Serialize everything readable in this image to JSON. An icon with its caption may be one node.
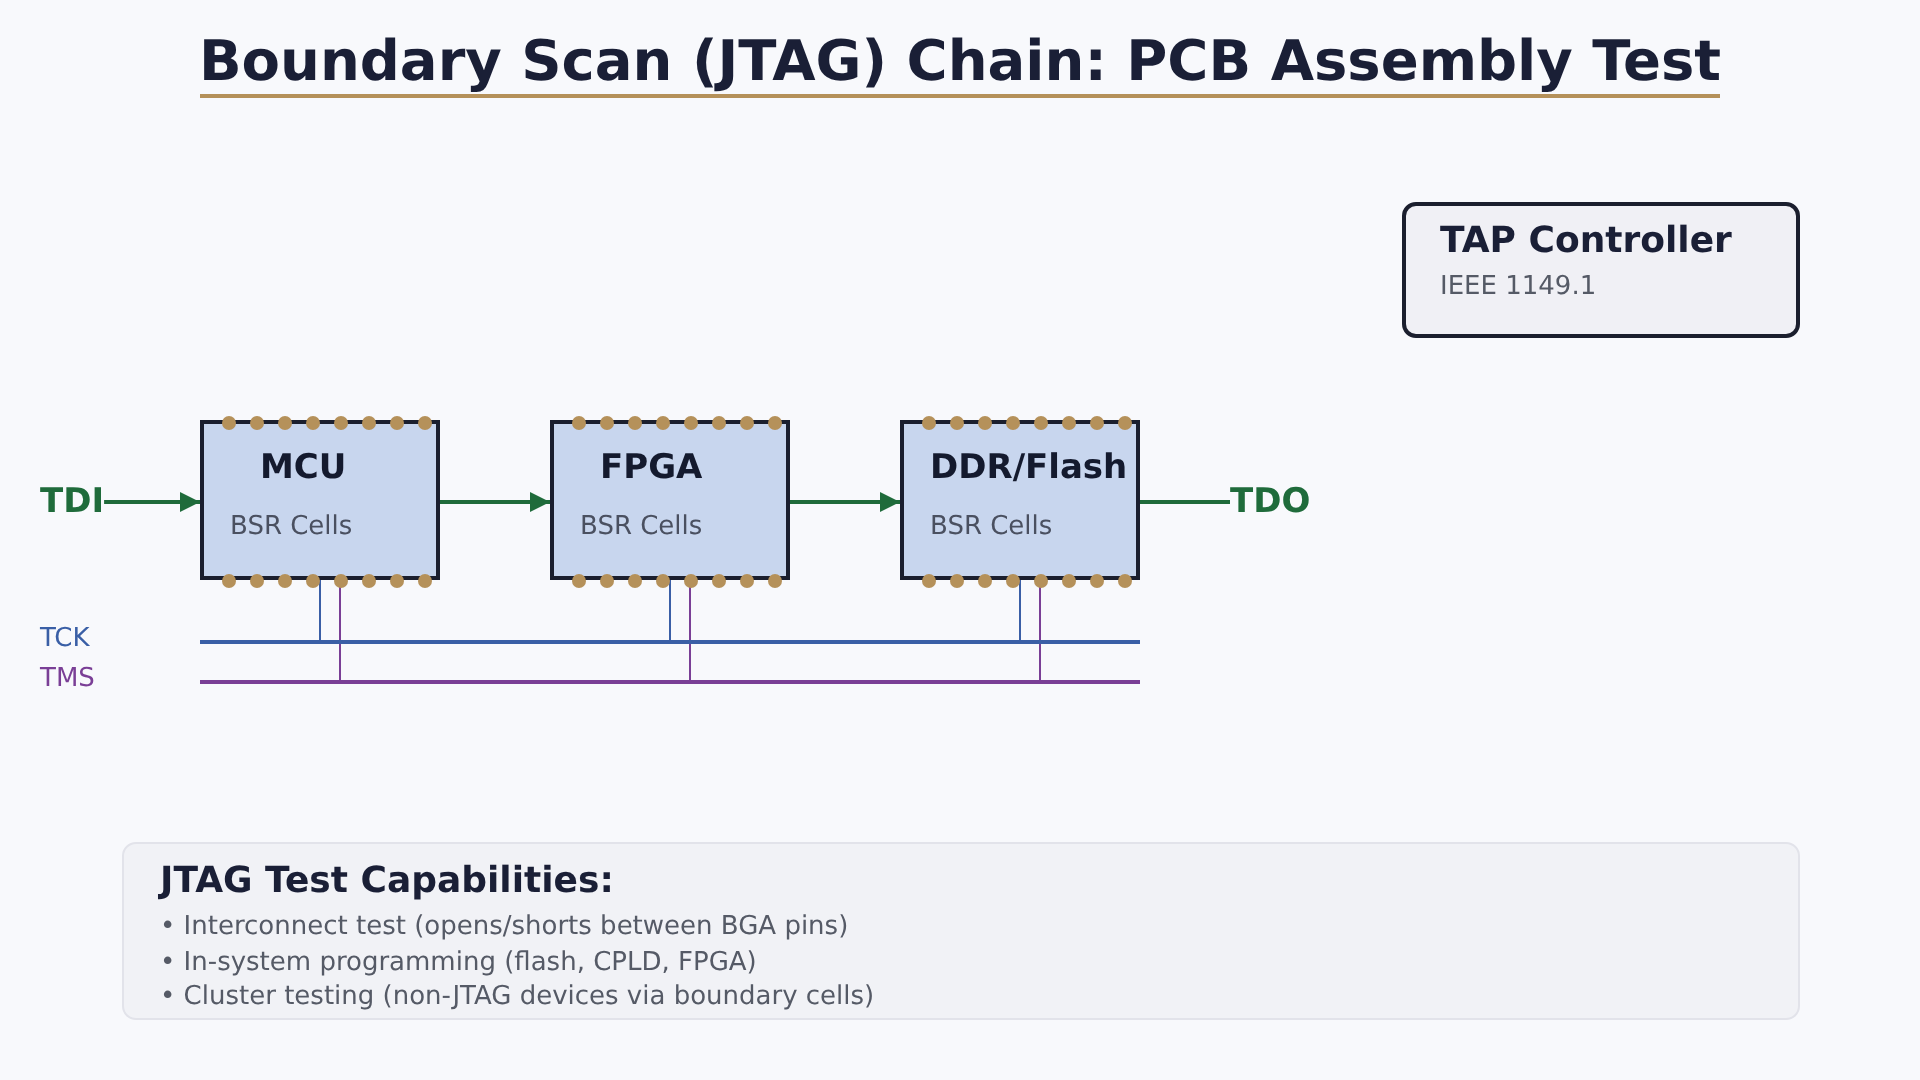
{
  "diagram": {
    "title": "Boundary Scan (JTAG) Chain: PCB Assembly Test",
    "nodes": [
      {
        "text": [
          "TAP Controller",
          "IEEE 1149.1"
        ]
      },
      {
        "text": [
          "TDI"
        ]
      },
      {
        "text": [
          "MCU",
          "BSR Cells"
        ]
      },
      {
        "text": [
          "FPGA",
          "BSR Cells"
        ]
      },
      {
        "text": [
          "DDR/Flash",
          "BSR Cells"
        ]
      },
      {
        "text": [
          "TDO"
        ]
      },
      {
        "text": [],
        "shape": "bar"
      },
      {
        "text": [],
        "shape": "bar"
      },
      {
        "text": [
          "JTAG Test Capabilities:",
          "• Interconnect test (opens/shorts between BGA pins)",
          "• In-system programming (flash, CPLD, FPGA)",
          "• Cluster testing (non-JTAG devices via boundary cells)"
        ]
      }
    ],
    "edges": [
      {
        "from": 1,
        "to": 2,
        "arrow": "to",
        "color": "#1f6b3b"
      },
      {
        "from": 2,
        "to": 3,
        "arrow": "to",
        "color": "#1f6b3b"
      },
      {
        "from": 3,
        "to": 4,
        "arrow": "to",
        "color": "#1f6b3b"
      },
      {
        "from": 4,
        "to": 5,
        "arrow": "none",
        "color": "#1f6b3b"
      },
      {
        "from": 6,
        "to": 2,
        "arrow": "none",
        "color": "#3a5fa6"
      },
      {
        "from": 6,
        "to": 3,
        "arrow": "none",
        "color": "#3a5fa6"
      },
      {
        "from": 6,
        "to": 4,
        "arrow": "none",
        "color": "#3a5fa6"
      },
      {
        "from": 7,
        "to": 2,
        "arrow": "none",
        "color": "#7a3f96"
      },
      {
        "from": 7,
        "to": 3,
        "arrow": "none",
        "color": "#7a3f96"
      },
      {
        "from": 7,
        "to": 4,
        "arrow": "none",
        "color": "#7a3f96"
      }
    ],
    "labels": [
      "TCK",
      "TMS"
    ]
  }
}
